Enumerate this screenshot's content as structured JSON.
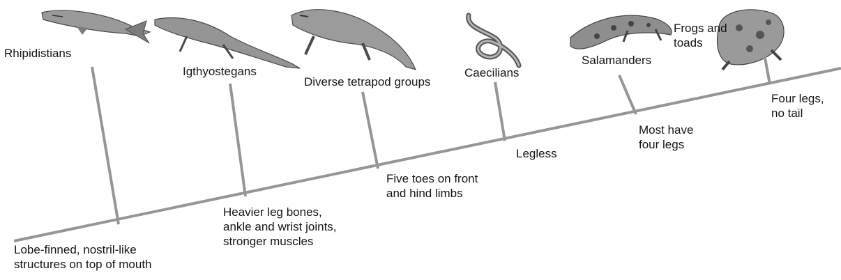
{
  "groups": [
    {
      "id": "rhipidistians",
      "name": "Rhipidistians",
      "icon": "lobe-finned-fish-icon"
    },
    {
      "id": "igthyostegans",
      "name": "Igthyostegans",
      "icon": "early-tetrapod-icon"
    },
    {
      "id": "diverse",
      "name": "Diverse tetrapod groups",
      "icon": "tetrapod-lizard-icon"
    },
    {
      "id": "caecilians",
      "name": "Caecilians",
      "icon": "caecilian-icon"
    },
    {
      "id": "salamanders",
      "name": "Salamanders",
      "icon": "salamander-icon"
    },
    {
      "id": "frogs",
      "name": "Frogs and\ntoads",
      "icon": "frog-icon"
    }
  ],
  "traits": [
    {
      "id": "lobe-finned",
      "text": "Lobe-finned, nostril-like\nstructures on top of mouth"
    },
    {
      "id": "heavier-leg-bones",
      "text": "Heavier leg bones,\nankle and wrist joints,\nstronger muscles"
    },
    {
      "id": "five-toes",
      "text": "Five toes on front\nand hind limbs"
    },
    {
      "id": "legless",
      "text": "Legless"
    },
    {
      "id": "four-legs",
      "text": "Most have\nfour legs"
    },
    {
      "id": "no-tail",
      "text": "Four legs,\nno tail"
    }
  ],
  "colors": {
    "line": "#969696",
    "animal": "#8a8a8a",
    "animal_dark": "#555555",
    "text": "#151515"
  }
}
